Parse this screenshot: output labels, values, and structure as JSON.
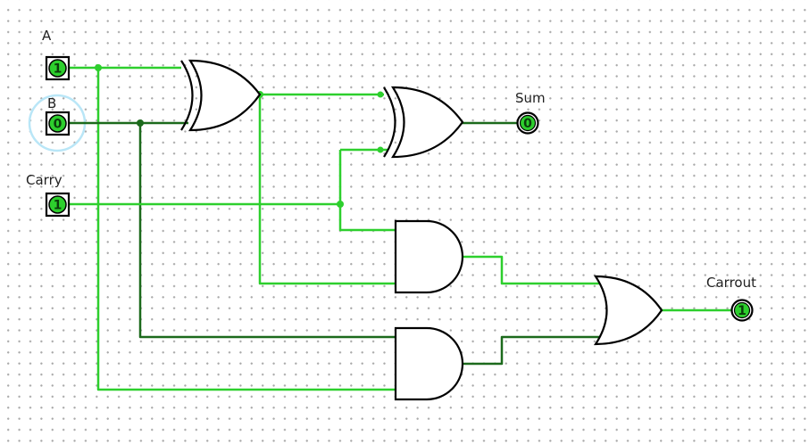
{
  "colors": {
    "wire_high": "#2dcf2d",
    "wire_low": "#1c6a1c",
    "gate_stroke": "#000000",
    "pin_fill": "#2dcf2d",
    "pin_text": "#0b3d0b",
    "selection": "#b9e6f7"
  },
  "inputs": [
    {
      "id": "A",
      "label": "A",
      "value": "1"
    },
    {
      "id": "B",
      "label": "B",
      "value": "0"
    },
    {
      "id": "Carry",
      "label": "Carry",
      "value": "1"
    }
  ],
  "outputs": [
    {
      "id": "Sum",
      "label": "Sum",
      "value": "0"
    },
    {
      "id": "Carrout",
      "label": "Carrout",
      "value": "1"
    }
  ],
  "gates": [
    {
      "id": "xor1",
      "type": "XOR"
    },
    {
      "id": "xor2",
      "type": "XOR"
    },
    {
      "id": "and1",
      "type": "AND"
    },
    {
      "id": "and2",
      "type": "AND"
    },
    {
      "id": "or1",
      "type": "OR"
    }
  ],
  "selected_pin": "B"
}
